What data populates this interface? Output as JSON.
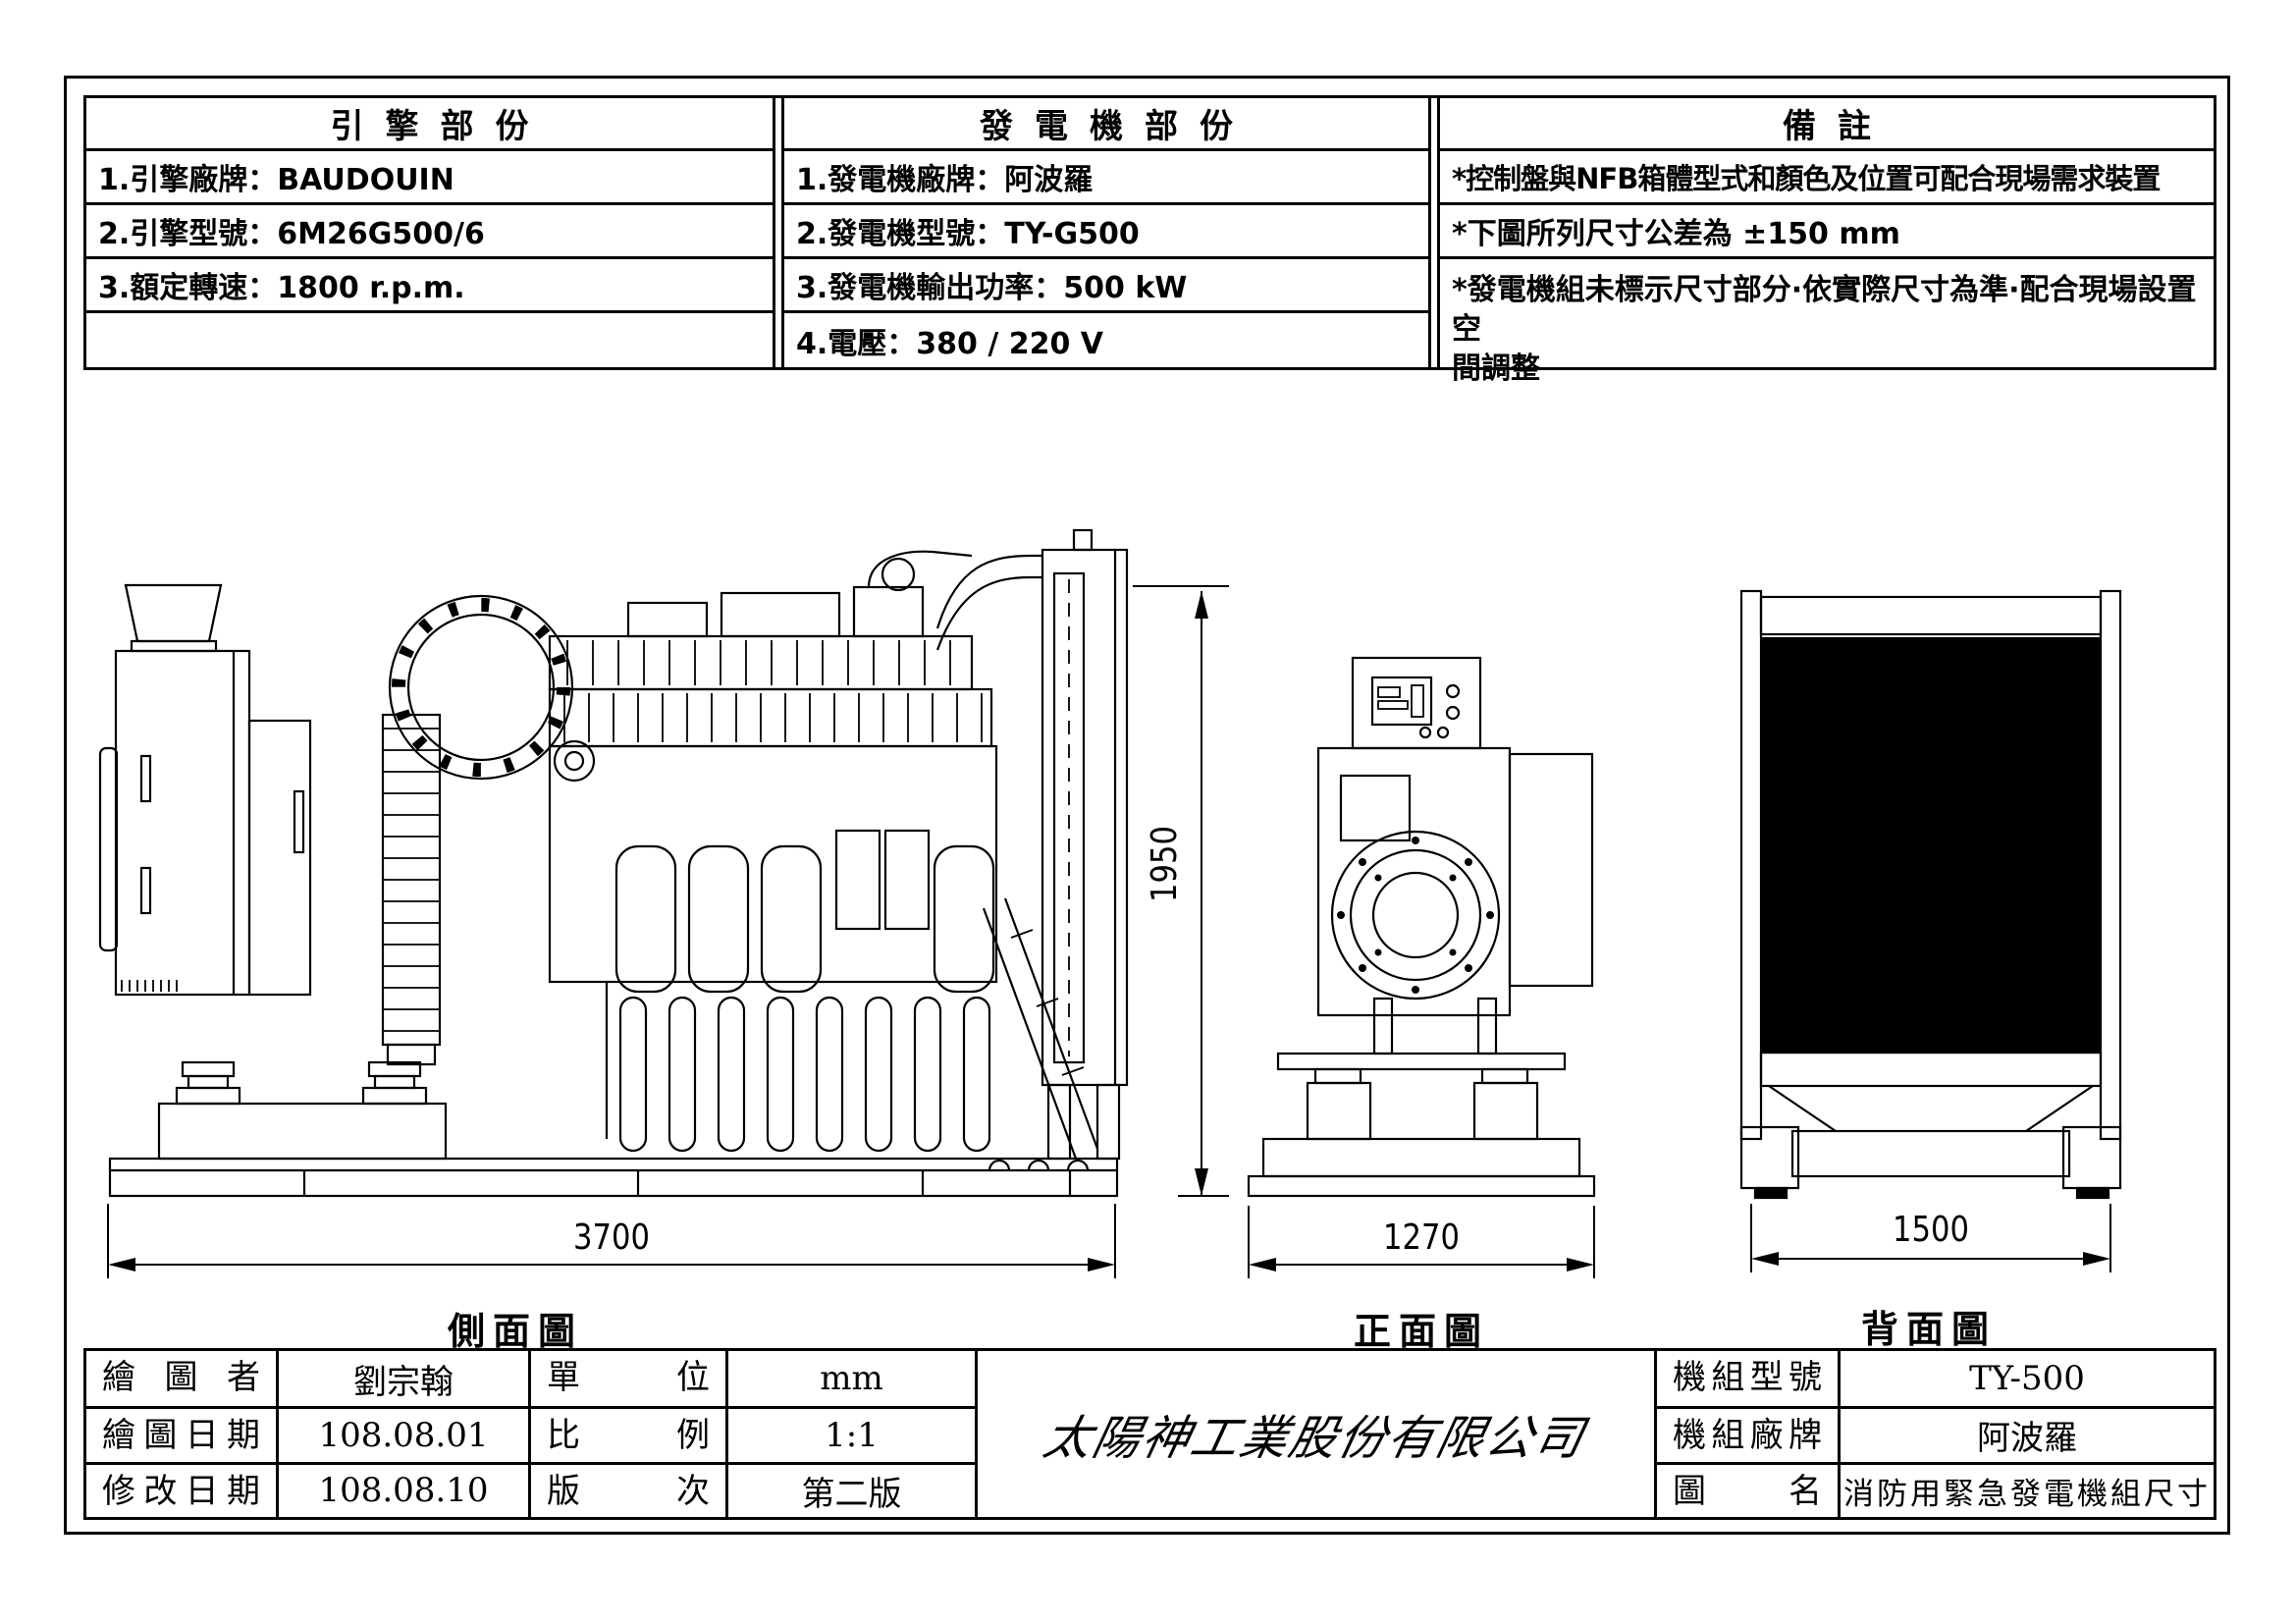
{
  "page": {
    "bg": "#ffffff",
    "line_color": "#000000"
  },
  "spec_table": {
    "engine": {
      "header": "引擎部份",
      "rows": [
        "1.引擎廠牌：BAUDOUIN",
        "2.引擎型號：6M26G500/6",
        "3.額定轉速：1800 r.p.m.",
        ""
      ]
    },
    "generator": {
      "header": "發電機部份",
      "rows": [
        "1.發電機廠牌：阿波羅",
        "2.發電機型號：TY-G500",
        "3.發電機輸出功率：500 kW",
        "4.電壓：380 / 220 V"
      ]
    },
    "remarks": {
      "header": "備註",
      "rows": [
        "*控制盤與NFB箱體型式和顏色及位置可配合現場需求裝置",
        "*下圖所列尺寸公差為 ±150 mm",
        "*發電機組未標示尺寸部分·依實際尺寸為準·配合現場設置空\n 間調整"
      ]
    }
  },
  "views": {
    "side": {
      "label": "側面圖",
      "width_dim": "3700",
      "height_dim": "1950"
    },
    "front": {
      "label": "正面圖",
      "width_dim": "1270"
    },
    "back": {
      "label": "背面圖",
      "width_dim": "1500"
    }
  },
  "title_block": {
    "drawer_label": "繪圖者",
    "drawer": "劉宗翰",
    "draw_date_label": "繪圖日期",
    "draw_date": "108.08.01",
    "revise_date_label": "修改日期",
    "revise_date": "108.08.10",
    "unit_label": "單位",
    "unit": "mm",
    "scale_label": "比例",
    "scale": "1:1",
    "version_label": "版次",
    "version": "第二版",
    "company": "太陽神工業股份有限公司",
    "model_label": "機組型號",
    "model": "TY-500",
    "brand_label": "機組廠牌",
    "brand": "阿波羅",
    "drawing_name_label": "圖名",
    "drawing_name": "消防用緊急發電機組尺寸"
  }
}
